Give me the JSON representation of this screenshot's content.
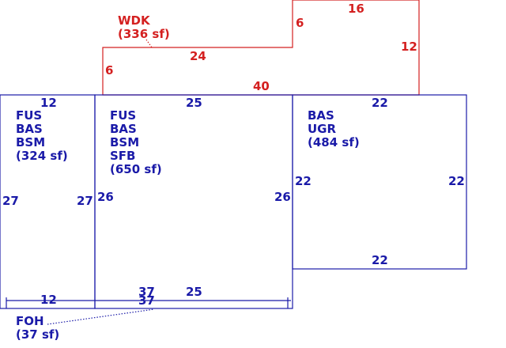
{
  "colors": {
    "building": "#1a1aa8",
    "deck": "#d42020"
  },
  "areas": [
    {
      "id": "left",
      "lines": [
        "FUS",
        "BAS",
        "BSM",
        "(324 sf)"
      ]
    },
    {
      "id": "middle",
      "lines": [
        "FUS",
        "BAS",
        "BSM",
        "SFB",
        "(650 sf)"
      ]
    },
    {
      "id": "right",
      "lines": [
        "BAS",
        "UGR",
        "(484 sf)"
      ]
    },
    {
      "id": "deck",
      "lines": [
        "WDK",
        "(336 sf)"
      ]
    },
    {
      "id": "porch",
      "lines": [
        "FOH",
        "(37 sf)"
      ]
    }
  ],
  "dimensions": {
    "left_top": "12",
    "left_left": "27",
    "left_right": "27",
    "left_bottom": "12",
    "mid_top": "25",
    "mid_left": "26",
    "mid_right": "26",
    "mid_bottom": "25",
    "right_top": "22",
    "right_left": "22",
    "right_right": "22",
    "right_bottom": "22",
    "deck_top": "16",
    "deck_step": "6",
    "deck_right": "12",
    "deck_mid": "24",
    "deck_left": "6",
    "deck_bottom": "40",
    "porch_a": "37",
    "porch_b": "37"
  }
}
